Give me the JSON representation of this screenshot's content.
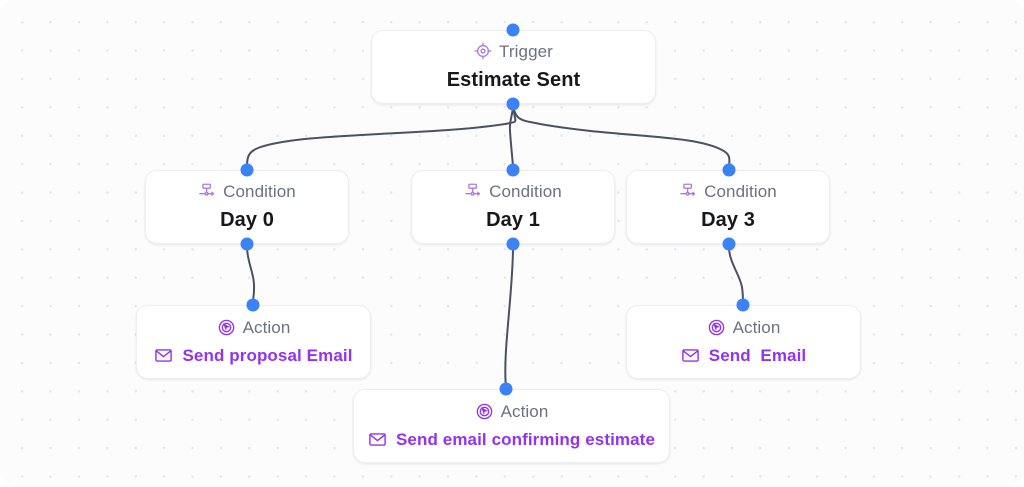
{
  "canvas": {
    "background_color": "#fcfcfd",
    "dot_color": "#e6e7ea",
    "edge_color": "#4b5163",
    "handle_color": "#3b82f6",
    "accent_color": "#9333ea",
    "type_label_color": "#6b7280",
    "title_color": "#17181c"
  },
  "nodes": [
    {
      "id": "trigger-estimate-sent",
      "type_label": "Trigger",
      "type_icon": "crosshair-icon",
      "title": "Estimate Sent",
      "subtitle": null,
      "subtitle_icon": null
    },
    {
      "id": "condition-day-0",
      "type_label": "Condition",
      "type_icon": "branch-icon",
      "title": "Day 0",
      "subtitle": null,
      "subtitle_icon": null
    },
    {
      "id": "condition-day-1",
      "type_label": "Condition",
      "type_icon": "branch-icon",
      "title": "Day 1",
      "subtitle": null,
      "subtitle_icon": null
    },
    {
      "id": "condition-day-3",
      "type_label": "Condition",
      "type_icon": "branch-icon",
      "title": "Day 3",
      "subtitle": null,
      "subtitle_icon": null
    },
    {
      "id": "action-send-proposal-email",
      "type_label": "Action",
      "type_icon": "click-target-icon",
      "title": null,
      "subtitle": "Send proposal Email",
      "subtitle_icon": "mail-icon"
    },
    {
      "id": "action-send-email",
      "type_label": "Action",
      "type_icon": "click-target-icon",
      "title": null,
      "subtitle": "Send  Email",
      "subtitle_icon": "mail-icon"
    },
    {
      "id": "action-send-email-confirming-estimate",
      "type_label": "Action",
      "type_icon": "click-target-icon",
      "title": null,
      "subtitle": "Send email confirming estimate",
      "subtitle_icon": "mail-icon"
    }
  ],
  "edges": [
    {
      "from": "trigger-estimate-sent",
      "to": "condition-day-0"
    },
    {
      "from": "trigger-estimate-sent",
      "to": "condition-day-1"
    },
    {
      "from": "trigger-estimate-sent",
      "to": "condition-day-3"
    },
    {
      "from": "condition-day-0",
      "to": "action-send-proposal-email"
    },
    {
      "from": "condition-day-1",
      "to": "action-send-email-confirming-estimate"
    },
    {
      "from": "condition-day-3",
      "to": "action-send-email"
    }
  ]
}
